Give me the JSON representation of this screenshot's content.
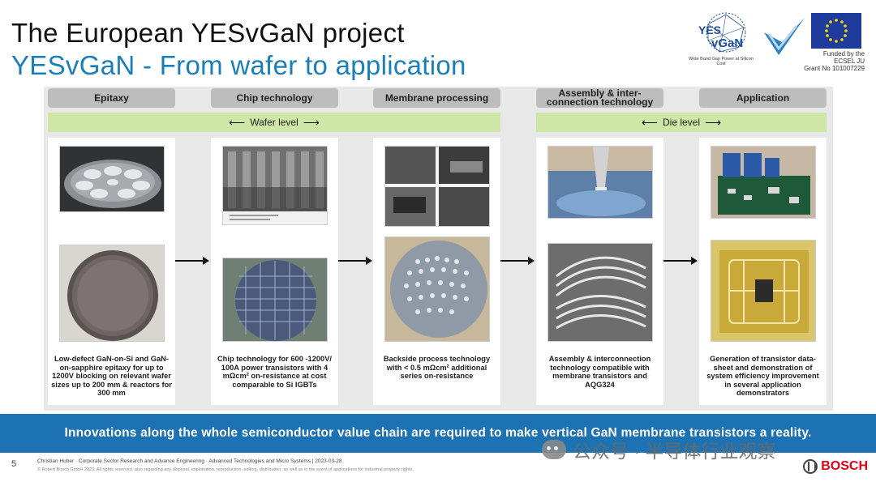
{
  "title": {
    "line1": "The European YESvGaN project",
    "line2": "YESvGaN - From wafer to application"
  },
  "logos": {
    "yes_logo_text": "YES vGaN",
    "yes_logo_subtitle": "Wide Band Gap Power at Silicon Cost",
    "ecsel_icon": "ecsel-checkmark-icon",
    "eu_flag_icon": "eu-flag-icon",
    "funded_text": [
      "Funded by the",
      "ECSEL JU",
      "Grant No 101007229"
    ]
  },
  "stages": [
    {
      "label": "Epitaxy",
      "caption": "Low-defect GaN-on-Si and GaN-on-sapphire epitaxy for up to 1200V blocking on relevant wafer sizes up to 200 mm & reactors for 300 mm",
      "image_top": "reactor-chamber-image",
      "image_bottom": "epi-wafer-image"
    },
    {
      "label": "Chip technology",
      "caption": "Chip technology for 600 -1200V/ 100A power transistors with 4 mΩcm² on-resistance at cost comparable to Si IGBTs",
      "image_top": "trench-sem-image",
      "image_bottom": "processed-wafer-image"
    },
    {
      "label": "Membrane processing",
      "caption": "Backside process technology with < 0.5 mΩcm² additional series on-resistance",
      "image_top": "membrane-sem-image",
      "image_bottom": "membrane-wafer-image"
    },
    {
      "label": "Assembly & inter- connection technology",
      "caption": "Assembly & interconnection technology compatible with membrane transistors and AQG324",
      "image_top": "bonding-tool-image",
      "image_bottom": "wire-bonds-image"
    },
    {
      "label": "Application",
      "caption": "Generation of transistor data-sheet and demonstration of system efficiency improvement in several application demonstrators",
      "image_top": "demonstrator-board-image",
      "image_bottom": "power-module-substrate-image"
    }
  ],
  "levels": {
    "wafer": "Wafer level",
    "die": "Die level"
  },
  "banner": "Innovations along the whole semiconductor value chain are required to make vertical GaN membrane transistors a reality.",
  "footer": {
    "page_number": "5",
    "line1": "Christian Huber · Corporate Sector Research and Advance Engineering · Advanced Technologies and Micro Systems | 2023-03-28",
    "line2": "© Robert Bosch GmbH 2023. All rights reserved, also regarding any disposal, exploitation, reproduction, editing, distribution, as well as in the event of applications for industrial property rights.",
    "watermark": "公众号 · 半导体行业观察",
    "brand": "BOSCH"
  },
  "colors": {
    "title_blue": "#1a7fb8",
    "banner_blue": "#1c72b3",
    "level_green": "#cfe7a6",
    "stage_grey": "#bdbdbd",
    "bosch_red": "#e20015"
  }
}
